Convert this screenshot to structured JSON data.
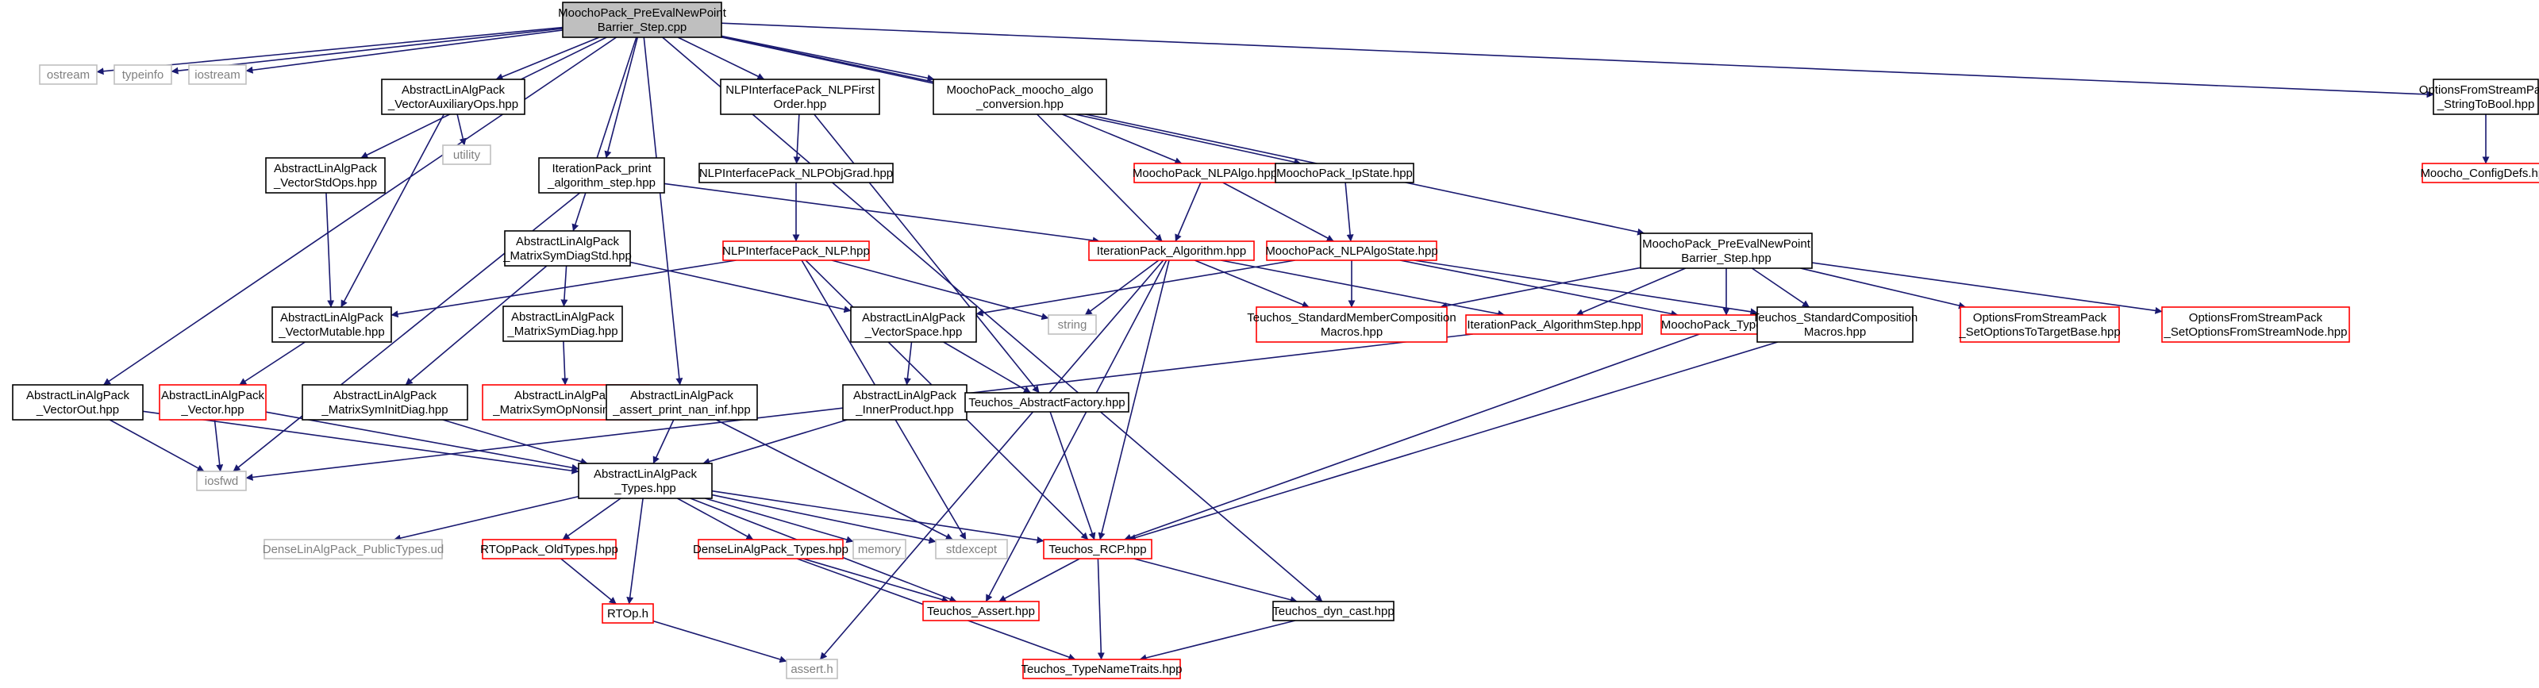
{
  "diagram": {
    "colors": {
      "root_fill": "#bfbfbf",
      "black": "#000000",
      "red": "#ff0000",
      "gray": "#bfbfbf",
      "edge": "#191970",
      "gray_text": "#808080"
    },
    "nodes": [
      {
        "id": "root",
        "lines": [
          "MoochoPack_PreEvalNewPoint",
          "Barrier_Step.cpp"
        ],
        "style": "root"
      },
      {
        "id": "ostream",
        "lines": [
          "ostream"
        ],
        "style": "gray"
      },
      {
        "id": "typeinfo",
        "lines": [
          "typeinfo"
        ],
        "style": "gray"
      },
      {
        "id": "iostream",
        "lines": [
          "iostream"
        ],
        "style": "gray"
      },
      {
        "id": "vecAuxOps",
        "lines": [
          "AbstractLinAlgPack",
          "_VectorAuxiliaryOps.hpp"
        ],
        "style": "black"
      },
      {
        "id": "utility",
        "lines": [
          "utility"
        ],
        "style": "gray"
      },
      {
        "id": "vecStdOps",
        "lines": [
          "AbstractLinAlgPack",
          "_VectorStdOps.hpp"
        ],
        "style": "black"
      },
      {
        "id": "iterPrint",
        "lines": [
          "IterationPack_print",
          "_algorithm_step.hpp"
        ],
        "style": "black"
      },
      {
        "id": "nlpFirst",
        "lines": [
          "NLPInterfacePack_NLPFirst",
          "Order.hpp"
        ],
        "style": "black"
      },
      {
        "id": "mochoConv",
        "lines": [
          "MoochoPack_moocho_algo",
          "_conversion.hpp"
        ],
        "style": "black"
      },
      {
        "id": "nlpObjGrad",
        "lines": [
          "NLPInterfacePack_NLPObjGrad.hpp"
        ],
        "style": "black"
      },
      {
        "id": "nlpAlgo",
        "lines": [
          "MoochoPack_NLPAlgo.hpp"
        ],
        "style": "red"
      },
      {
        "id": "ipState",
        "lines": [
          "MoochoPack_IpState.hpp"
        ],
        "style": "black"
      },
      {
        "id": "optStringToBool",
        "lines": [
          "OptionsFromStreamPack",
          "_StringToBool.hpp"
        ],
        "style": "black"
      },
      {
        "id": "configDefs",
        "lines": [
          "Moocho_ConfigDefs.hpp"
        ],
        "style": "red"
      },
      {
        "id": "symDiagStd",
        "lines": [
          "AbstractLinAlgPack",
          "_MatrixSymDiagStd.hpp"
        ],
        "style": "black"
      },
      {
        "id": "nlp",
        "lines": [
          "NLPInterfacePack_NLP.hpp"
        ],
        "style": "red"
      },
      {
        "id": "iterAlgorithm",
        "lines": [
          "IterationPack_Algorithm.hpp"
        ],
        "style": "red"
      },
      {
        "id": "nlpAlgoState",
        "lines": [
          "MoochoPack_NLPAlgoState.hpp"
        ],
        "style": "red"
      },
      {
        "id": "preEvalHpp",
        "lines": [
          "MoochoPack_PreEvalNewPoint",
          "Barrier_Step.hpp"
        ],
        "style": "black"
      },
      {
        "id": "vecMutable",
        "lines": [
          "AbstractLinAlgPack",
          "_VectorMutable.hpp"
        ],
        "style": "black"
      },
      {
        "id": "symDiag",
        "lines": [
          "AbstractLinAlgPack",
          "_MatrixSymDiag.hpp"
        ],
        "style": "black"
      },
      {
        "id": "string",
        "lines": [
          "string"
        ],
        "style": "gray"
      },
      {
        "id": "vecSpace",
        "lines": [
          "AbstractLinAlgPack",
          "_VectorSpace.hpp"
        ],
        "style": "black"
      },
      {
        "id": "stdMemberComp",
        "lines": [
          "Teuchos_StandardMemberComposition",
          "Macros.hpp"
        ],
        "style": "red"
      },
      {
        "id": "iterAlgStep",
        "lines": [
          "IterationPack_AlgorithmStep.hpp"
        ],
        "style": "red"
      },
      {
        "id": "mochoTypes",
        "lines": [
          "MoochoPack_Types.hpp"
        ],
        "style": "red"
      },
      {
        "id": "stdCompMacros",
        "lines": [
          "Teuchos_StandardComposition",
          "Macros.hpp"
        ],
        "style": "black"
      },
      {
        "id": "optTarget",
        "lines": [
          "OptionsFromStreamPack",
          "_SetOptionsToTargetBase.hpp"
        ],
        "style": "red"
      },
      {
        "id": "optNode",
        "lines": [
          "OptionsFromStreamPack",
          "_SetOptionsFromStreamNode.hpp"
        ],
        "style": "red"
      },
      {
        "id": "vecOut",
        "lines": [
          "AbstractLinAlgPack",
          "_VectorOut.hpp"
        ],
        "style": "black"
      },
      {
        "id": "vector",
        "lines": [
          "AbstractLinAlgPack",
          "_Vector.hpp"
        ],
        "style": "red"
      },
      {
        "id": "symInitDiag",
        "lines": [
          "AbstractLinAlgPack",
          "_MatrixSymInitDiag.hpp"
        ],
        "style": "black"
      },
      {
        "id": "symOpNonsing",
        "lines": [
          "AbstractLinAlgPack",
          "_MatrixSymOpNonsing.hpp"
        ],
        "style": "red"
      },
      {
        "id": "assertNanInf",
        "lines": [
          "AbstractLinAlgPack",
          "_assert_print_nan_inf.hpp"
        ],
        "style": "black"
      },
      {
        "id": "innerProduct",
        "lines": [
          "AbstractLinAlgPack",
          "_InnerProduct.hpp"
        ],
        "style": "black"
      },
      {
        "id": "absFactory",
        "lines": [
          "Teuchos_AbstractFactory.hpp"
        ],
        "style": "black"
      },
      {
        "id": "iosfwd",
        "lines": [
          "iosfwd"
        ],
        "style": "gray"
      },
      {
        "id": "algTypes",
        "lines": [
          "AbstractLinAlgPack",
          "_Types.hpp"
        ],
        "style": "black"
      },
      {
        "id": "denseUd",
        "lines": [
          "DenseLinAlgPack_PublicTypes.ud"
        ],
        "style": "gray"
      },
      {
        "id": "rtopOld",
        "lines": [
          "RTOpPack_OldTypes.hpp"
        ],
        "style": "red"
      },
      {
        "id": "denseTypes",
        "lines": [
          "DenseLinAlgPack_Types.hpp"
        ],
        "style": "red"
      },
      {
        "id": "memory",
        "lines": [
          "memory"
        ],
        "style": "gray"
      },
      {
        "id": "stdexcept",
        "lines": [
          "stdexcept"
        ],
        "style": "gray"
      },
      {
        "id": "rcp",
        "lines": [
          "Teuchos_RCP.hpp"
        ],
        "style": "red"
      },
      {
        "id": "rtop",
        "lines": [
          "RTOp.h"
        ],
        "style": "red"
      },
      {
        "id": "tAssert",
        "lines": [
          "Teuchos_Assert.hpp"
        ],
        "style": "red"
      },
      {
        "id": "dynCast",
        "lines": [
          "Teuchos_dyn_cast.hpp"
        ],
        "style": "black"
      },
      {
        "id": "assertH",
        "lines": [
          "assert.h"
        ],
        "style": "gray"
      },
      {
        "id": "typeNameTraits",
        "lines": [
          "Teuchos_TypeNameTraits.hpp"
        ],
        "style": "red"
      }
    ],
    "edges": [
      [
        "root",
        "ostream"
      ],
      [
        "root",
        "typeinfo"
      ],
      [
        "root",
        "iostream"
      ],
      [
        "root",
        "vecAuxOps"
      ],
      [
        "root",
        "vecStdOps"
      ],
      [
        "root",
        "iterPrint"
      ],
      [
        "root",
        "nlpFirst"
      ],
      [
        "root",
        "mochoConv"
      ],
      [
        "root",
        "ipState"
      ],
      [
        "root",
        "optStringToBool"
      ],
      [
        "root",
        "symDiagStd"
      ],
      [
        "root",
        "preEvalHpp"
      ],
      [
        "root",
        "vecOut"
      ],
      [
        "root",
        "assertNanInf"
      ],
      [
        "root",
        "dynCast"
      ],
      [
        "vecAuxOps",
        "utility"
      ],
      [
        "vecAuxOps",
        "vecMutable"
      ],
      [
        "vecStdOps",
        "vecMutable"
      ],
      [
        "iterPrint",
        "iterAlgorithm"
      ],
      [
        "iterPrint",
        "iosfwd"
      ],
      [
        "nlpFirst",
        "nlpObjGrad"
      ],
      [
        "nlpFirst",
        "absFactory"
      ],
      [
        "mochoConv",
        "nlpAlgo"
      ],
      [
        "mochoConv",
        "iterAlgorithm"
      ],
      [
        "nlpObjGrad",
        "nlp"
      ],
      [
        "nlpAlgo",
        "iterAlgorithm"
      ],
      [
        "nlpAlgo",
        "nlpAlgoState"
      ],
      [
        "ipState",
        "nlpAlgoState"
      ],
      [
        "optStringToBool",
        "configDefs"
      ],
      [
        "symDiagStd",
        "symDiag"
      ],
      [
        "symDiagStd",
        "symInitDiag"
      ],
      [
        "symDiagStd",
        "vecSpace"
      ],
      [
        "nlp",
        "vecMutable"
      ],
      [
        "nlp",
        "string"
      ],
      [
        "nlp",
        "rcp"
      ],
      [
        "nlp",
        "stdexcept"
      ],
      [
        "iterAlgorithm",
        "string"
      ],
      [
        "iterAlgorithm",
        "stdMemberComp"
      ],
      [
        "iterAlgorithm",
        "iterAlgStep"
      ],
      [
        "iterAlgorithm",
        "rcp"
      ],
      [
        "iterAlgorithm",
        "tAssert"
      ],
      [
        "iterAlgorithm",
        "assertH"
      ],
      [
        "nlpAlgoState",
        "vecSpace"
      ],
      [
        "nlpAlgoState",
        "stdMemberComp"
      ],
      [
        "nlpAlgoState",
        "mochoTypes"
      ],
      [
        "nlpAlgoState",
        "stdCompMacros"
      ],
      [
        "preEvalHpp",
        "stdMemberComp"
      ],
      [
        "preEvalHpp",
        "iterAlgStep"
      ],
      [
        "preEvalHpp",
        "mochoTypes"
      ],
      [
        "preEvalHpp",
        "stdCompMacros"
      ],
      [
        "preEvalHpp",
        "optTarget"
      ],
      [
        "preEvalHpp",
        "optNode"
      ],
      [
        "vecMutable",
        "vector"
      ],
      [
        "symDiag",
        "symOpNonsing"
      ],
      [
        "vecSpace",
        "innerProduct"
      ],
      [
        "vecSpace",
        "absFactory"
      ],
      [
        "iterAlgStep",
        "iosfwd"
      ],
      [
        "mochoTypes",
        "rcp"
      ],
      [
        "stdCompMacros",
        "rcp"
      ],
      [
        "vecOut",
        "iosfwd"
      ],
      [
        "vecOut",
        "algTypes"
      ],
      [
        "vector",
        "iosfwd"
      ],
      [
        "vector",
        "algTypes"
      ],
      [
        "symInitDiag",
        "algTypes"
      ],
      [
        "assertNanInf",
        "algTypes"
      ],
      [
        "assertNanInf",
        "stdexcept"
      ],
      [
        "innerProduct",
        "algTypes"
      ],
      [
        "absFactory",
        "rcp"
      ],
      [
        "algTypes",
        "denseUd"
      ],
      [
        "algTypes",
        "rtopOld"
      ],
      [
        "algTypes",
        "denseTypes"
      ],
      [
        "algTypes",
        "memory"
      ],
      [
        "algTypes",
        "stdexcept"
      ],
      [
        "algTypes",
        "rcp"
      ],
      [
        "algTypes",
        "rtop"
      ],
      [
        "algTypes",
        "tAssert"
      ],
      [
        "rtopOld",
        "rtop"
      ],
      [
        "denseTypes",
        "tAssert"
      ],
      [
        "denseTypes",
        "typeNameTraits"
      ],
      [
        "rcp",
        "tAssert"
      ],
      [
        "rcp",
        "dynCast"
      ],
      [
        "rcp",
        "typeNameTraits"
      ],
      [
        "rtop",
        "assertH"
      ],
      [
        "dynCast",
        "typeNameTraits"
      ]
    ]
  }
}
